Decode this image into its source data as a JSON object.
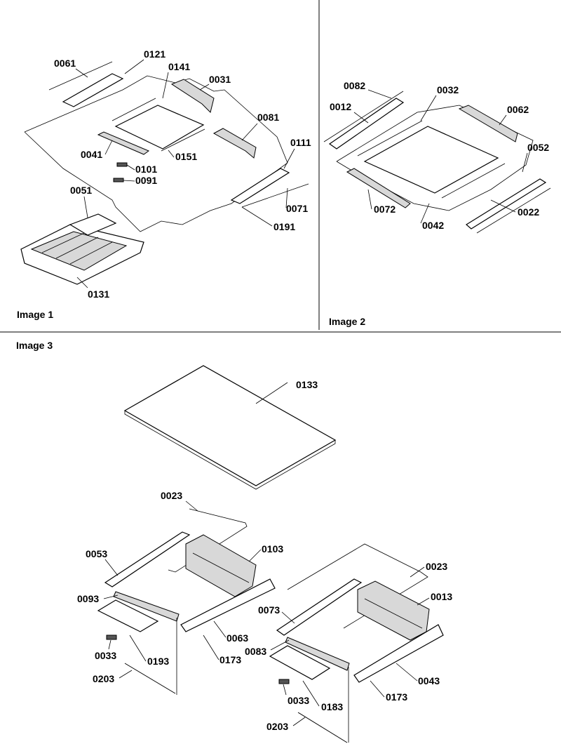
{
  "panels": {
    "image1": "Image 1",
    "image2": "Image 2",
    "image3": "Image 3"
  },
  "image1_labels": [
    "0061",
    "0121",
    "0141",
    "0031",
    "0081",
    "0041",
    "0151",
    "0101",
    "0091",
    "0111",
    "0071",
    "0191",
    "0051",
    "0131"
  ],
  "image2_labels": [
    "0082",
    "0032",
    "0012",
    "0062",
    "0052",
    "0072",
    "0042",
    "0022"
  ],
  "image3_labels": [
    "0133",
    "0023",
    "0053",
    "0103",
    "0093",
    "0033",
    "0193",
    "0203",
    "0063",
    "0173",
    "0023",
    "0013",
    "0073",
    "0083",
    "0033",
    "0183",
    "0203",
    "0043",
    "0173"
  ]
}
